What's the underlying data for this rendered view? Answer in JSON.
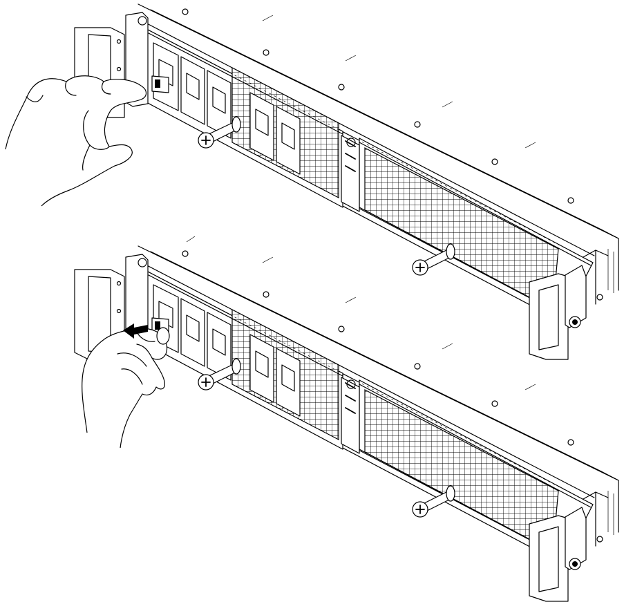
{
  "figure": {
    "panels": [
      {
        "id": "step-1",
        "hand": "grip",
        "arrow": false
      },
      {
        "id": "step-2",
        "hand": "pinch",
        "arrow": true
      }
    ],
    "colors": {
      "line": "#000000",
      "background": "#ffffff"
    }
  }
}
